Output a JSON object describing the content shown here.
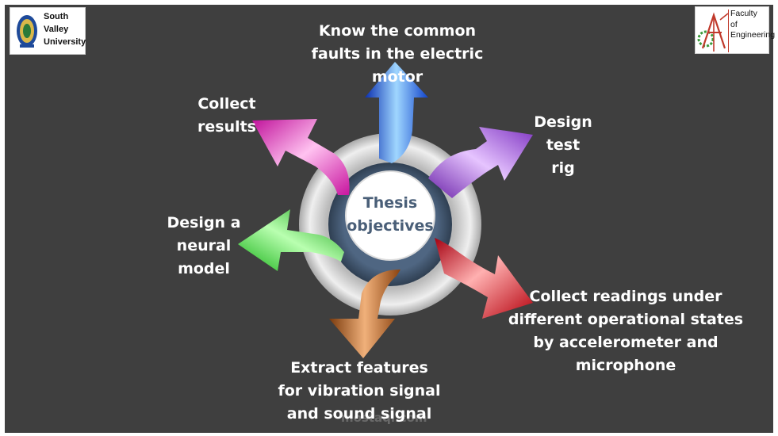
{
  "logos": {
    "left": {
      "name_lines": "South\nValley\nUniversity"
    },
    "right": {
      "name_lines": "Faculty\nof\nEngineering"
    }
  },
  "diagram": {
    "center": "Thesis objectives",
    "objectives": [
      {
        "label": "Know the common faults in the electric motor",
        "color": "#1f4fd6"
      },
      {
        "label": "Design test rig",
        "color": "#8c3fc9"
      },
      {
        "label": "Collect readings under different operational states by accelerometer and microphone",
        "color": "#c8000f"
      },
      {
        "label": "Extract features for vibration signal and sound signal",
        "color": "#9a4a12"
      },
      {
        "label": "Design a neural model",
        "color": "#1fc21f"
      },
      {
        "label": "Collect results",
        "color": "#d81fb0"
      }
    ]
  },
  "watermark": "mostaql.com"
}
